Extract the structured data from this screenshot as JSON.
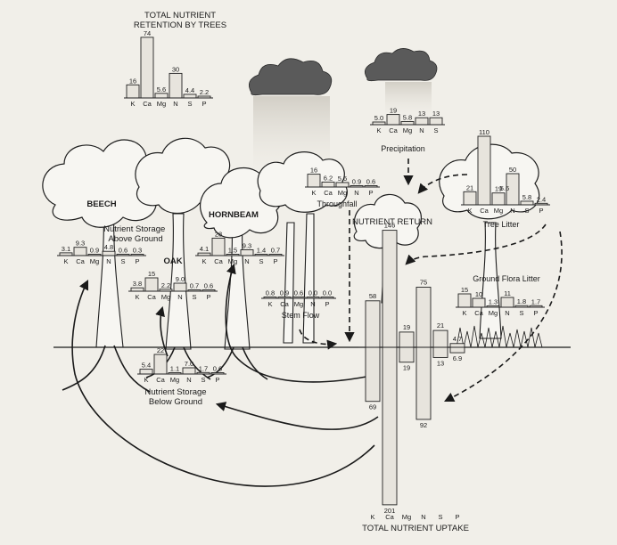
{
  "chart_data": [
    {
      "id": "retention",
      "type": "bar",
      "title": "TOTAL NUTRIENT\nRETENTION BY TREES",
      "categories": [
        "K",
        "Ca",
        "Mg",
        "N",
        "S",
        "P"
      ],
      "values": [
        16,
        74,
        5.6,
        30,
        4.4,
        2.2
      ],
      "value_labels": [
        "16",
        "74",
        "5.6",
        "30",
        "4.4",
        "2.2"
      ]
    },
    {
      "id": "precipitation",
      "type": "bar",
      "title": "Precipitation",
      "categories": [
        "K",
        "Ca",
        "Mg",
        "N",
        "S"
      ],
      "values": [
        5.0,
        19,
        5.8,
        13,
        13
      ],
      "value_labels": [
        "5.0",
        "19",
        "5.8",
        "13",
        "13"
      ]
    },
    {
      "id": "throughfall",
      "type": "bar",
      "title": "Throughfall",
      "categories": [
        "K",
        "Ca",
        "Mg",
        "N",
        "P"
      ],
      "values": [
        16,
        6.2,
        5.6,
        0.9,
        0.6
      ],
      "value_labels": [
        "16",
        "6.2",
        "5.6",
        "0.9",
        "0.6"
      ]
    },
    {
      "id": "tree-litter",
      "type": "bar",
      "title": "Tree Litter",
      "categories": [
        "K",
        "Ca",
        "Mg",
        "N",
        "S",
        "P"
      ],
      "values": [
        21,
        110,
        19,
        50,
        5.8,
        2.4
      ],
      "value_labels": [
        "21",
        "110",
        "19",
        "50",
        "5.8",
        "2.4"
      ],
      "extra_label": "5.6"
    },
    {
      "id": "beech",
      "type": "bar",
      "title": "BEECH",
      "categories": [
        "K",
        "Ca",
        "Mg",
        "N",
        "S",
        "P"
      ],
      "values": [
        3.1,
        9.3,
        0.9,
        4.8,
        0.6,
        0.3
      ],
      "value_labels": [
        "3.1",
        "9.3",
        "0.9",
        "4.8",
        "0.6",
        "0.3"
      ]
    },
    {
      "id": "hornbeam",
      "type": "bar",
      "title": "HORNBEAM",
      "categories": [
        "K",
        "Ca",
        "Mg",
        "N",
        "S",
        "P"
      ],
      "values": [
        4.1,
        28,
        1.5,
        9.3,
        1.4,
        0.7
      ],
      "value_labels": [
        "4.1",
        "28",
        "1.5",
        "9.3",
        "1.4",
        "0.7"
      ]
    },
    {
      "id": "oak",
      "type": "bar",
      "title": "OAK",
      "categories": [
        "K",
        "Ca",
        "Mg",
        "N",
        "S",
        "P"
      ],
      "values": [
        3.8,
        15,
        2.2,
        9.0,
        0.7,
        0.6
      ],
      "value_labels": [
        "3.8",
        "15",
        "2.2",
        "9.0",
        "0.7",
        "0.6"
      ]
    },
    {
      "id": "stem-flow",
      "type": "bar",
      "title": "Stem Flow",
      "categories": [
        "K",
        "Ca",
        "Mg",
        "N",
        "P"
      ],
      "values": [
        0.8,
        0.9,
        0.6,
        0.0,
        0.0
      ],
      "value_labels": [
        "0.8",
        "0.9",
        "0.6",
        "0.0",
        "0.0"
      ]
    },
    {
      "id": "ground-flora",
      "type": "bar",
      "title": "Ground Flora Litter",
      "categories": [
        "K",
        "Ca",
        "Mg",
        "N",
        "S",
        "P"
      ],
      "values": [
        15,
        10,
        1.3,
        11,
        1.8,
        1.7
      ],
      "value_labels": [
        "15",
        "10",
        "1.3",
        "11",
        "1.8",
        "1.7"
      ]
    },
    {
      "id": "below-ground",
      "type": "bar",
      "title": "Nutrient Storage\nBelow Ground",
      "categories": [
        "K",
        "Ca",
        "Mg",
        "N",
        "S",
        "P"
      ],
      "values": [
        5.4,
        22,
        1.1,
        7.0,
        1.7,
        0.6
      ],
      "value_labels": [
        "5.4",
        "22",
        "1.1",
        "7.0",
        "1.7",
        "0.6"
      ]
    },
    {
      "id": "return-uptake",
      "type": "bar",
      "title": "NUTRIENT RETURN",
      "subtitle": "TOTAL NUTRIENT UPTAKE",
      "categories": [
        "K",
        "Ca",
        "Mg",
        "N",
        "S",
        "P"
      ],
      "return_values": [
        58,
        146,
        19,
        75,
        21,
        4.7
      ],
      "uptake_values": [
        69,
        201,
        19,
        92,
        13,
        6.9
      ],
      "return_labels": [
        "58",
        "146",
        "19",
        "75",
        "21",
        "4.7"
      ],
      "uptake_labels": [
        "69",
        "201",
        "19",
        "92",
        "13",
        "6.9"
      ]
    }
  ],
  "labels": {
    "storage_above": "Nutrient Storage\nAbove Ground"
  }
}
